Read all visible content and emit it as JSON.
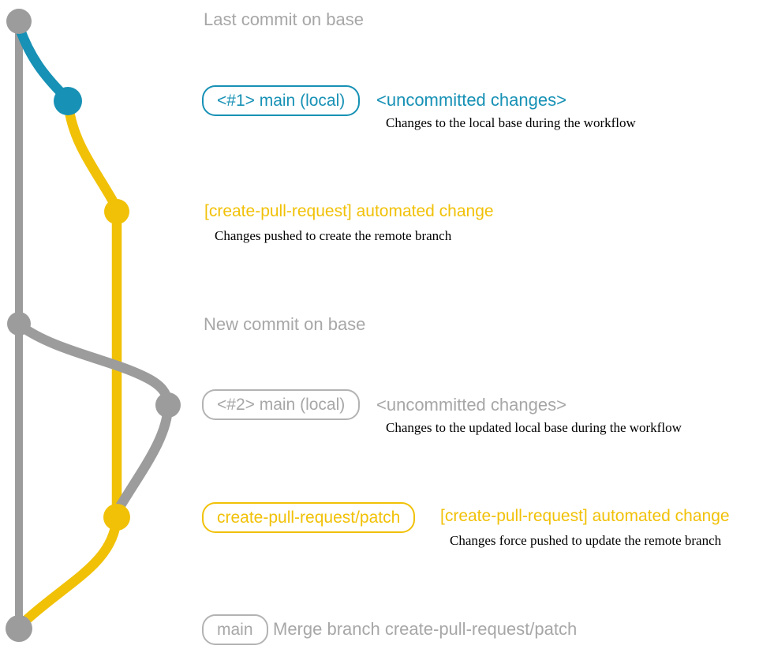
{
  "colors": {
    "gray_line": "#9c9c9c",
    "gray_text": "#a7a7a7",
    "gray_border": "#b3b3b3",
    "blue": "#1791b5",
    "yellow": "#f1c107",
    "caption": "#000000",
    "bg": "#ffffff"
  },
  "graph": {
    "branches": [
      {
        "name": "base",
        "color_key": "gray_line"
      },
      {
        "name": "local-main-uncommitted",
        "color_key": "blue"
      },
      {
        "name": "create-pull-request/patch",
        "color_key": "yellow"
      },
      {
        "name": "local-main-uncommitted-2",
        "color_key": "gray_line"
      }
    ],
    "commit_dots": [
      {
        "name": "base-top",
        "annotation": "Last commit on base"
      },
      {
        "name": "uncommitted-1",
        "annotation": "<#1> main (local) <uncommitted changes>"
      },
      {
        "name": "patch-1",
        "annotation": "[create-pull-request] automated change"
      },
      {
        "name": "base-new",
        "annotation": "New commit on base"
      },
      {
        "name": "uncommitted-2",
        "annotation": "<#2> main (local) <uncommitted changes>"
      },
      {
        "name": "patch-2",
        "annotation": "create-pull-request/patch [create-pull-request] automated change"
      },
      {
        "name": "base-merge",
        "annotation": "main Merge branch create-pull-request/patch"
      }
    ]
  },
  "labels": {
    "last_commit": "Last commit on base",
    "branch1_tag": "<#1> main (local)",
    "branch1_status": "<uncommitted changes>",
    "branch1_caption": "Changes to the local base during the workflow",
    "push1_label": "[create-pull-request] automated change",
    "push1_caption": "Changes pushed to create the remote branch",
    "new_commit": "New commit on base",
    "branch2_tag": "<#2> main (local)",
    "branch2_status": "<uncommitted changes>",
    "branch2_caption": "Changes to the updated local base during the workflow",
    "patch_tag": "create-pull-request/patch",
    "push2_label": "[create-pull-request] automated change",
    "push2_caption": "Changes force pushed to update the remote branch",
    "merge_tag": "main",
    "merge_label": "Merge branch create-pull-request/patch"
  }
}
